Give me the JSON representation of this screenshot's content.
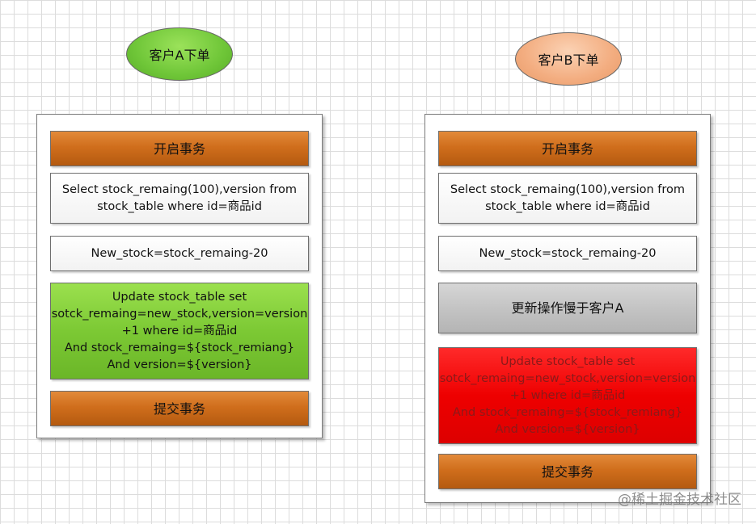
{
  "client_a": {
    "title": "客户A下单",
    "steps": [
      {
        "lines": [
          "开启事务"
        ]
      },
      {
        "lines": [
          "Select stock_remaing(100),version from",
          "stock_table where id=商品id"
        ]
      },
      {
        "lines": [
          "New_stock=stock_remaing-20"
        ]
      },
      {
        "lines": [
          "Update stock_table set",
          "sotck_remaing=new_stock,version=version",
          "+1 where id=商品id",
          "And stock_remaing=${stock_remiang}",
          "And version=${version}"
        ]
      },
      {
        "lines": [
          "提交事务"
        ]
      }
    ]
  },
  "client_b": {
    "title": "客户B下单",
    "steps": [
      {
        "lines": [
          "开启事务"
        ]
      },
      {
        "lines": [
          "Select stock_remaing(100),version from",
          "stock_table where id=商品id"
        ]
      },
      {
        "lines": [
          "New_stock=stock_remaing-20"
        ]
      },
      {
        "lines": [
          "更新操作慢于客户A"
        ]
      },
      {
        "lines": [
          "Update stock_table set",
          "sotck_remaing=new_stock,version=version",
          "+1 where id=商品id",
          "And stock_remaing=${stock_remiang}",
          "And version=${version}"
        ]
      },
      {
        "lines": [
          "提交事务"
        ]
      }
    ]
  },
  "watermark": "@稀土掘金技术社区",
  "colors": {
    "transaction": "#d06e1c",
    "query": "#ffffff",
    "update_success": "#7cc934",
    "delay": "#c4c4c4",
    "update_failed": "#ee0000",
    "oval_a": "#6fc638",
    "oval_b": "#f3ad80"
  }
}
